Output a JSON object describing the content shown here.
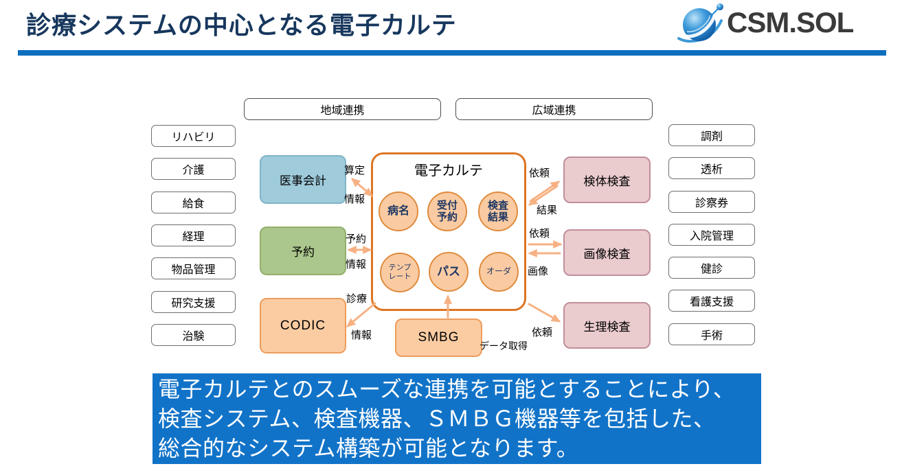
{
  "header": {
    "title": "診療システムの中心となる電子カルテ",
    "logo": {
      "text": "CSM.SOL",
      "icon": "globe-swoosh-icon"
    },
    "colors": {
      "title": "#17375D",
      "rule_blue": "#0F6FBF"
    }
  },
  "diagram": {
    "top_links": [
      {
        "label": "地域連携"
      },
      {
        "label": "広域連携"
      }
    ],
    "left_departments": [
      "リハビリ",
      "介護",
      "給食",
      "経理",
      "物品管理",
      "研究支援",
      "治験"
    ],
    "right_departments": [
      "調剤",
      "透析",
      "診察券",
      "入院管理",
      "健診",
      "看護支援",
      "手術"
    ],
    "systems": {
      "medical_accounting": {
        "label": "医事会計",
        "fill": "#9FCBDB",
        "border": "#7FB5C7"
      },
      "reservation": {
        "label": "予約",
        "fill": "#ACC78D",
        "border": "#93AF6A"
      },
      "codic": {
        "label": "CODIC",
        "fill": "#FBCCA2",
        "border": "#EC9D5D"
      },
      "smbg": {
        "label": "SMBG",
        "fill": "#FBCCA2",
        "border": "#EC9D5D"
      },
      "specimen_test": {
        "label": "検体検査",
        "fill": "#EACBCE",
        "border": "#C08E9B"
      },
      "imaging_test": {
        "label": "画像検査",
        "fill": "#EACBCE",
        "border": "#C08E9B"
      },
      "physiology_test": {
        "label": "生理検査",
        "fill": "#EACBCE",
        "border": "#C08E9B"
      }
    },
    "karte": {
      "title": "電子カルテ",
      "border": "#DD7522",
      "circle_fill": "#FACBA2",
      "circle_border": "#DF8B3E",
      "circles": [
        {
          "lines": [
            "病名"
          ]
        },
        {
          "lines": [
            "受付",
            "予約"
          ]
        },
        {
          "lines": [
            "検査",
            "結果"
          ]
        },
        {
          "lines": [
            "テンプ",
            "レート"
          ]
        },
        {
          "lines": [
            "パス"
          ]
        },
        {
          "lines": [
            "オーダ"
          ]
        }
      ]
    },
    "flows": {
      "arrow_color": "#F6B183",
      "santei_line1": "算定",
      "santei_line2": "情報",
      "yoyaku_line1": "予約",
      "yoyaku_line2": "情報",
      "shinryo_line1": "診療",
      "shinryo_line2": "情報",
      "kentai_request": "依頼",
      "kentai_result": "結果",
      "gazou_request": "依頼",
      "gazou_image": "画像",
      "seiri_request": "依頼",
      "smbg_data": "データ取得"
    }
  },
  "banner": {
    "bg": "#1173C8",
    "lines": [
      "電子カルテとのスムーズな連携を可能とすることにより、",
      "検査システム、検査機器、ＳＭＢＧ機器等を包括した、",
      "総合的なシステム構築が可能となります。"
    ]
  }
}
